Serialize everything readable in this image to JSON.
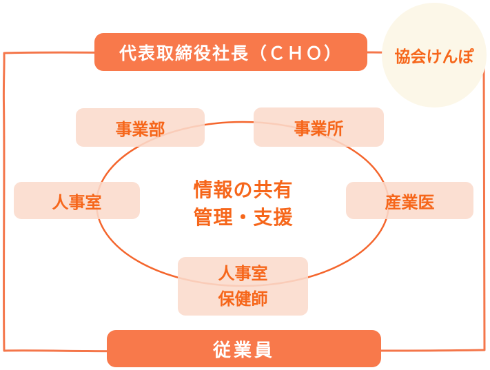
{
  "colors": {
    "orange_box": "#F8794B",
    "pink_box": "rgba(250,219,204,0.88)",
    "text_orange": "#F6661A",
    "frame_line": "#F4764A",
    "ellipse_line": "#F4652C",
    "circle_bg": "#FCF7E8",
    "box_text_white": "#FFFFFF"
  },
  "diagram": {
    "president_box": {
      "label": "代表取締役社長（ＣＨＯ）"
    },
    "kyokai_circle": {
      "label": "協会けんぽ"
    },
    "dept_box": {
      "label": "事業部"
    },
    "office_box": {
      "label": "事業所"
    },
    "hr_box": {
      "label": "人事室"
    },
    "physician_box": {
      "label": "産業医"
    },
    "hr_nurse_box": {
      "lines": [
        "人事室",
        "保健師"
      ]
    },
    "center_text": {
      "lines": [
        "情報の共有",
        "管理・支援"
      ]
    },
    "employees_box": {
      "label": "従業員"
    }
  }
}
